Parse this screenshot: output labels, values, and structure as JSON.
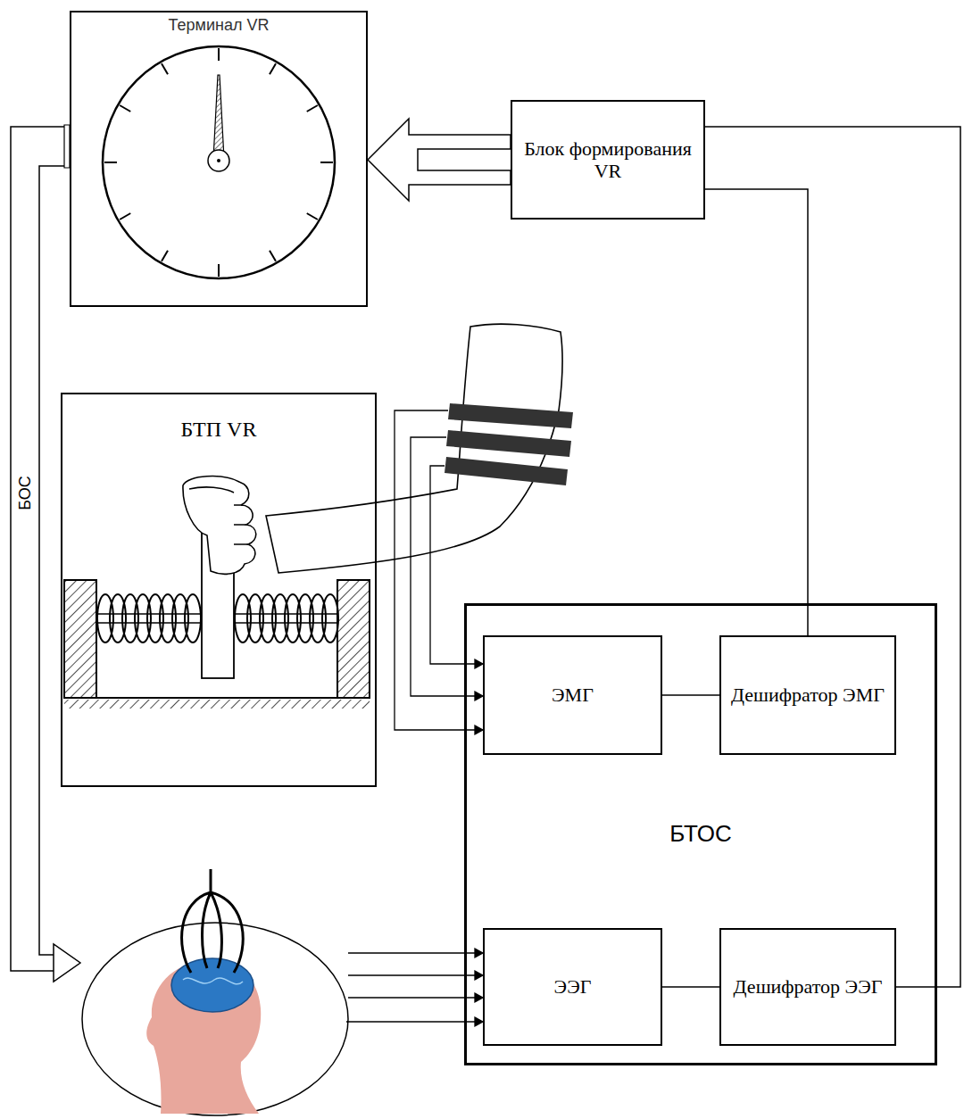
{
  "diagram": {
    "nodes": [
      {
        "text": [
          "Терминал VR"
        ]
      },
      {
        "text": [
          "Блок формирования VR"
        ]
      },
      {
        "text": [
          "БТП VR"
        ]
      },
      {
        "text": [
          "БТОС"
        ]
      },
      {
        "text": [
          "ЭМГ"
        ],
        "in": 3
      },
      {
        "text": [
          "Дешифратор ЭМГ"
        ],
        "in": 3
      },
      {
        "text": [
          "ЭЭГ"
        ],
        "in": 3
      },
      {
        "text": [
          "Дешифратор ЭЭГ"
        ],
        "in": 3
      }
    ],
    "edges": [
      {
        "from": 4,
        "to": 5,
        "arrow": "to"
      },
      {
        "from": 6,
        "to": 7,
        "arrow": "to"
      },
      {
        "from": 5,
        "to": 1,
        "arrow": "to"
      },
      {
        "from": 7,
        "to": 1,
        "arrow": "to"
      },
      {
        "from": 1,
        "to": 0,
        "arrow": "to"
      }
    ],
    "labels": [
      "БОС"
    ]
  }
}
